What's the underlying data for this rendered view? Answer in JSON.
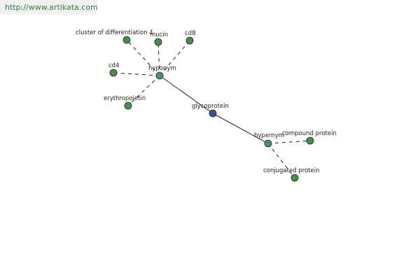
{
  "source_url": "http://www.artikata.com",
  "colors": {
    "root": "#3c4e8c",
    "relation": "#4f8a8a",
    "leaf": "#4a8a4a",
    "node_stroke": "#1e2e1e",
    "edge": "#222222",
    "url_text": "#3a7a4a"
  },
  "nodes": [
    {
      "id": "glycoprotein",
      "label": "glycoprotein",
      "kind": "root"
    },
    {
      "id": "hyponym",
      "label": "hyponym",
      "kind": "relation"
    },
    {
      "id": "hypernym",
      "label": "hypernym",
      "kind": "relation"
    },
    {
      "id": "cd4-long",
      "label": "cluster of differentiation 4",
      "kind": "leaf"
    },
    {
      "id": "mucin",
      "label": "mucin",
      "kind": "leaf"
    },
    {
      "id": "cd8",
      "label": "cd8",
      "kind": "leaf"
    },
    {
      "id": "cd4",
      "label": "cd4",
      "kind": "leaf"
    },
    {
      "id": "erythropoietin",
      "label": "erythropoietin",
      "kind": "leaf"
    },
    {
      "id": "compound-protein",
      "label": "compound protein",
      "kind": "leaf"
    },
    {
      "id": "conjugated-protein",
      "label": "conjugated protein",
      "kind": "leaf"
    }
  ],
  "edges": [
    {
      "from": "glycoprotein",
      "to": "hyponym",
      "style": "solid"
    },
    {
      "from": "glycoprotein",
      "to": "hypernym",
      "style": "solid"
    },
    {
      "from": "hyponym",
      "to": "cd4-long",
      "style": "dashed"
    },
    {
      "from": "hyponym",
      "to": "mucin",
      "style": "dashed"
    },
    {
      "from": "hyponym",
      "to": "cd8",
      "style": "dashed"
    },
    {
      "from": "hyponym",
      "to": "cd4",
      "style": "dashed"
    },
    {
      "from": "hyponym",
      "to": "erythropoietin",
      "style": "dashed"
    },
    {
      "from": "hypernym",
      "to": "compound-protein",
      "style": "dashed"
    },
    {
      "from": "hypernym",
      "to": "conjugated-protein",
      "style": "dashed"
    }
  ]
}
